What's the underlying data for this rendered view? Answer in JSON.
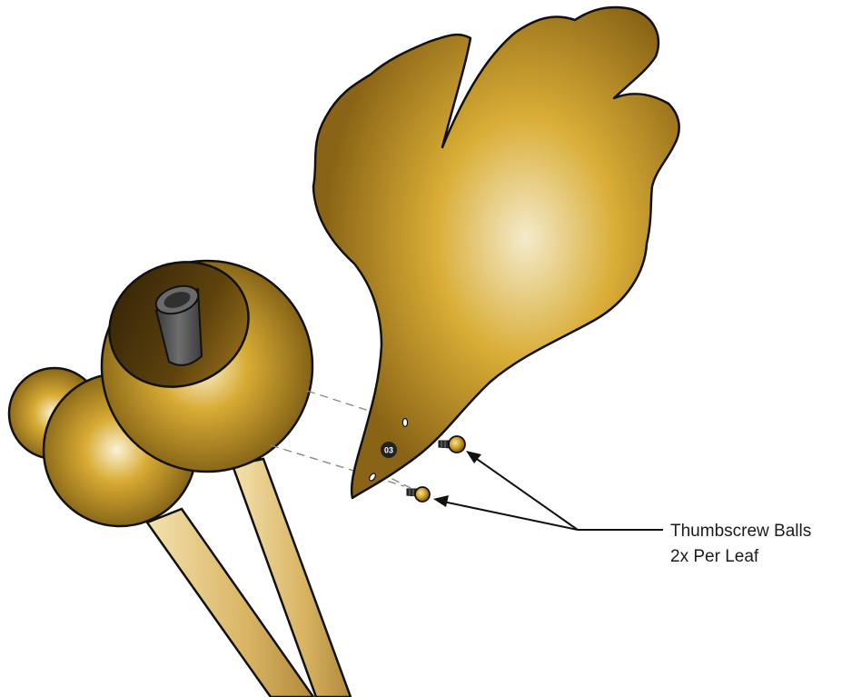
{
  "callout": {
    "line1": "Thumbscrew Balls",
    "line2": "2x Per Leaf"
  },
  "leaf_badge": "03",
  "colors": {
    "gold_light": "#f3e7c2",
    "gold_mid": "#d4a72c",
    "gold_dark": "#7a5a14",
    "outline": "#111111",
    "dashes": "#888888",
    "tube": "#5a5a5a"
  },
  "parts": [
    "ginkgo-leaf",
    "thumbscrew-ball-upper",
    "thumbscrew-ball-lower",
    "sphere-large-socket",
    "sphere-middle",
    "sphere-back",
    "stem-left",
    "stem-right"
  ]
}
